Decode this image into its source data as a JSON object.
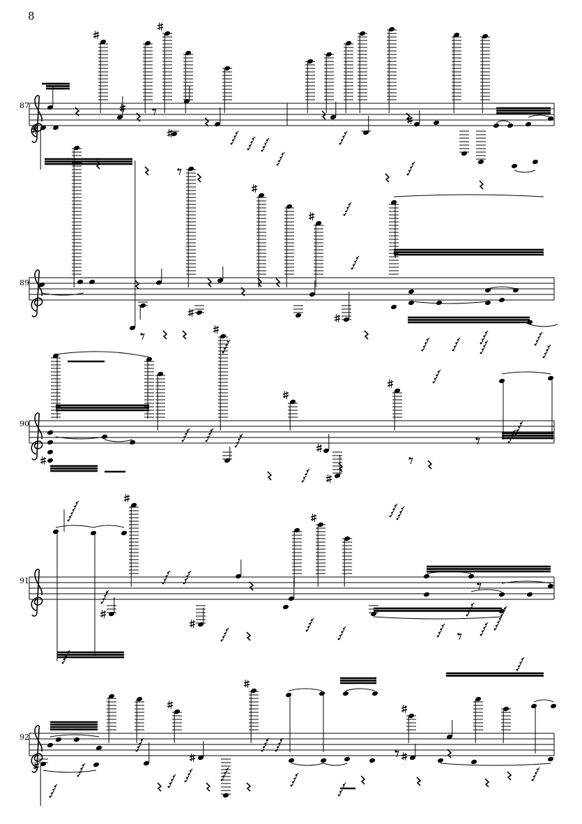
{
  "page": {
    "page_number": "8",
    "ink_color": "#000000",
    "paper_color": "#ffffff"
  },
  "systems": [
    {
      "measure_number": "87",
      "clef": "treble-clef-icon"
    },
    {
      "measure_number": "89",
      "clef": "treble-clef-icon"
    },
    {
      "measure_number": "90",
      "clef": "treble-clef-icon"
    },
    {
      "measure_number": "91",
      "clef": "treble-clef-icon"
    },
    {
      "measure_number": "92",
      "clef": "treble-clef-icon"
    }
  ]
}
